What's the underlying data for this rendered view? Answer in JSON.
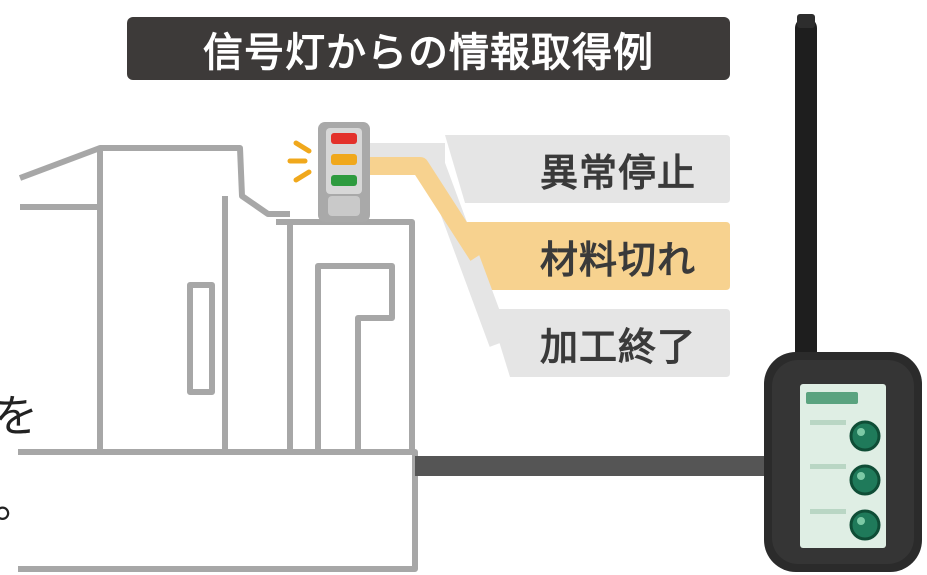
{
  "title": "信号灯からの情報取得例",
  "statuses": [
    {
      "label": "異常停止",
      "color": "#e5e5e5"
    },
    {
      "label": "材料切れ",
      "color": "#f7d28f"
    },
    {
      "label": "加工終了",
      "color": "#e5e5e5"
    }
  ],
  "signal_tower": {
    "lamps": [
      "#e3312b",
      "#f0a81c",
      "#2e9b3f"
    ],
    "active_lamp": "amber"
  },
  "left_edge_text": [
    "を",
    "。"
  ],
  "colors": {
    "machine_line": "#a7a7a7",
    "title_bg": "#3d3a39",
    "cable": "#555555",
    "device_body": "#2b2b2b",
    "device_panel": "#dfeee4",
    "device_button": "#1f7a5a"
  }
}
